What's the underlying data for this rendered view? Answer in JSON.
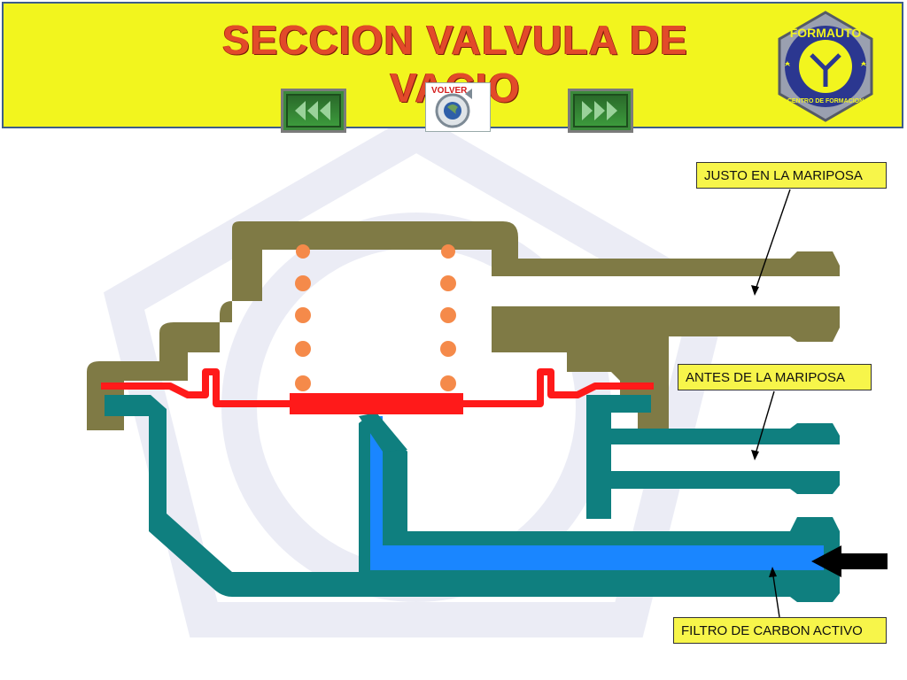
{
  "header": {
    "title": "SECCION VALVULA DE VACIO",
    "volver_label": "VOLVER",
    "logo_text": "FORMAUTO",
    "logo_subtext": "CENTRO DE FORMACION"
  },
  "callouts": {
    "justo": "JUSTO EN LA MARIPOSA",
    "antes": "ANTES DE LA MARIPOSA",
    "filtro": "FILTRO DE CARBON ACTIVO"
  },
  "colors": {
    "header_bg": "#f2f51e",
    "title": "#e24a2a",
    "upper_body": "#7f7a45",
    "lower_body": "#0f7f7f",
    "diaphragm": "#ff1a1a",
    "flow_channel": "#1a86ff",
    "spring": "#f58a4a",
    "callout_bg": "#f7f54a"
  },
  "icons": {
    "prev": "triple-left-arrow-icon",
    "next": "triple-right-arrow-icon",
    "volver": "back-globe-icon",
    "flow_arrow": "left-arrow-icon"
  }
}
